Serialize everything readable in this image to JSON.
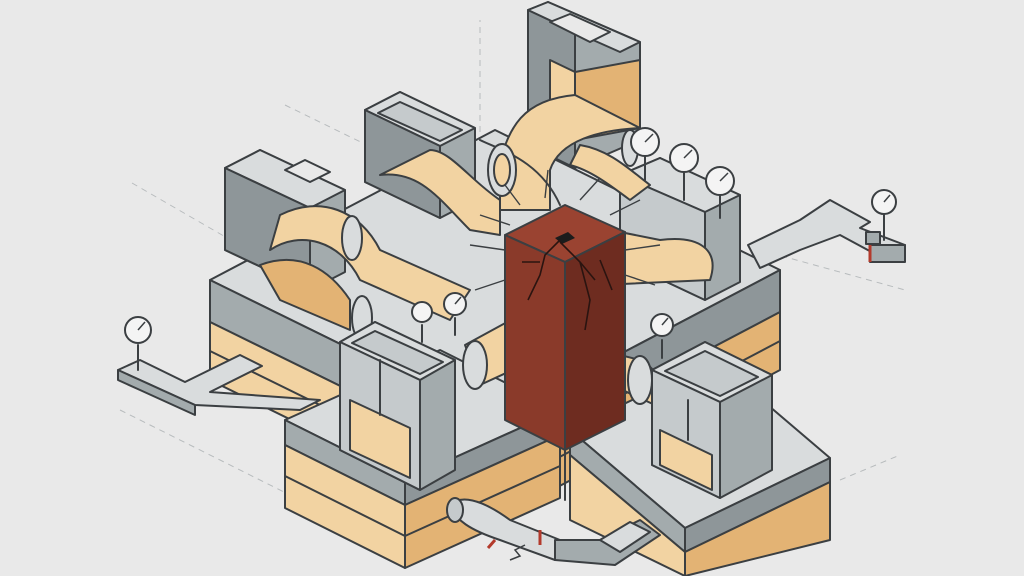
{
  "colors": {
    "background": "#e9e9e9",
    "concrete_top": "#d9dcdd",
    "concrete_side": "#a3abad",
    "concrete_dark": "#8e9699",
    "sand": "#f2d3a2",
    "sand_dark": "#e3b374",
    "clay": "#8a3a2a",
    "clay_dark": "#6e2c20",
    "outline": "#3b3f42",
    "gauge_face": "#f4f4f4",
    "valve_red": "#b33a2c"
  },
  "components": {
    "central_block": "cracked-core-block",
    "tanks": [
      "tank-north",
      "tank-northwest",
      "tank-west",
      "tank-south-west",
      "tank-south-east",
      "tank-east"
    ],
    "pipes": [
      "pipe-north",
      "pipe-west",
      "pipe-south",
      "pipe-east"
    ],
    "gauges": 8,
    "valves": [
      "valve-east",
      "valve-south"
    ]
  },
  "labels": {}
}
